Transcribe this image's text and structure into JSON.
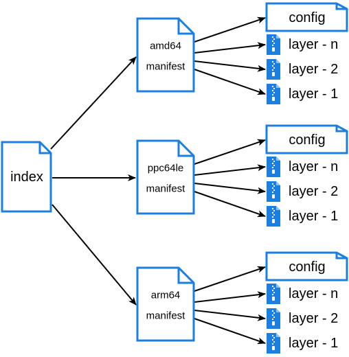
{
  "index": {
    "label": "index"
  },
  "manifests": [
    {
      "line1": "amd64",
      "line2": "manifest",
      "config": "config",
      "layers": [
        "layer - n",
        "layer - 2",
        "layer - 1"
      ]
    },
    {
      "line1": "ppc64le",
      "line2": "manifest",
      "config": "config",
      "layers": [
        "layer - n",
        "layer - 2",
        "layer - 1"
      ]
    },
    {
      "line1": "arm64",
      "line2": "manifest",
      "config": "config",
      "layers": [
        "layer - n",
        "layer - 2",
        "layer - 1"
      ]
    }
  ],
  "colors": {
    "stroke": "#1a7fe0",
    "zip": "#1a7fe0",
    "arrow": "#000000",
    "fill": "#ffffff"
  },
  "icons": {
    "layer": "zip-file-icon",
    "document": "document-icon"
  }
}
